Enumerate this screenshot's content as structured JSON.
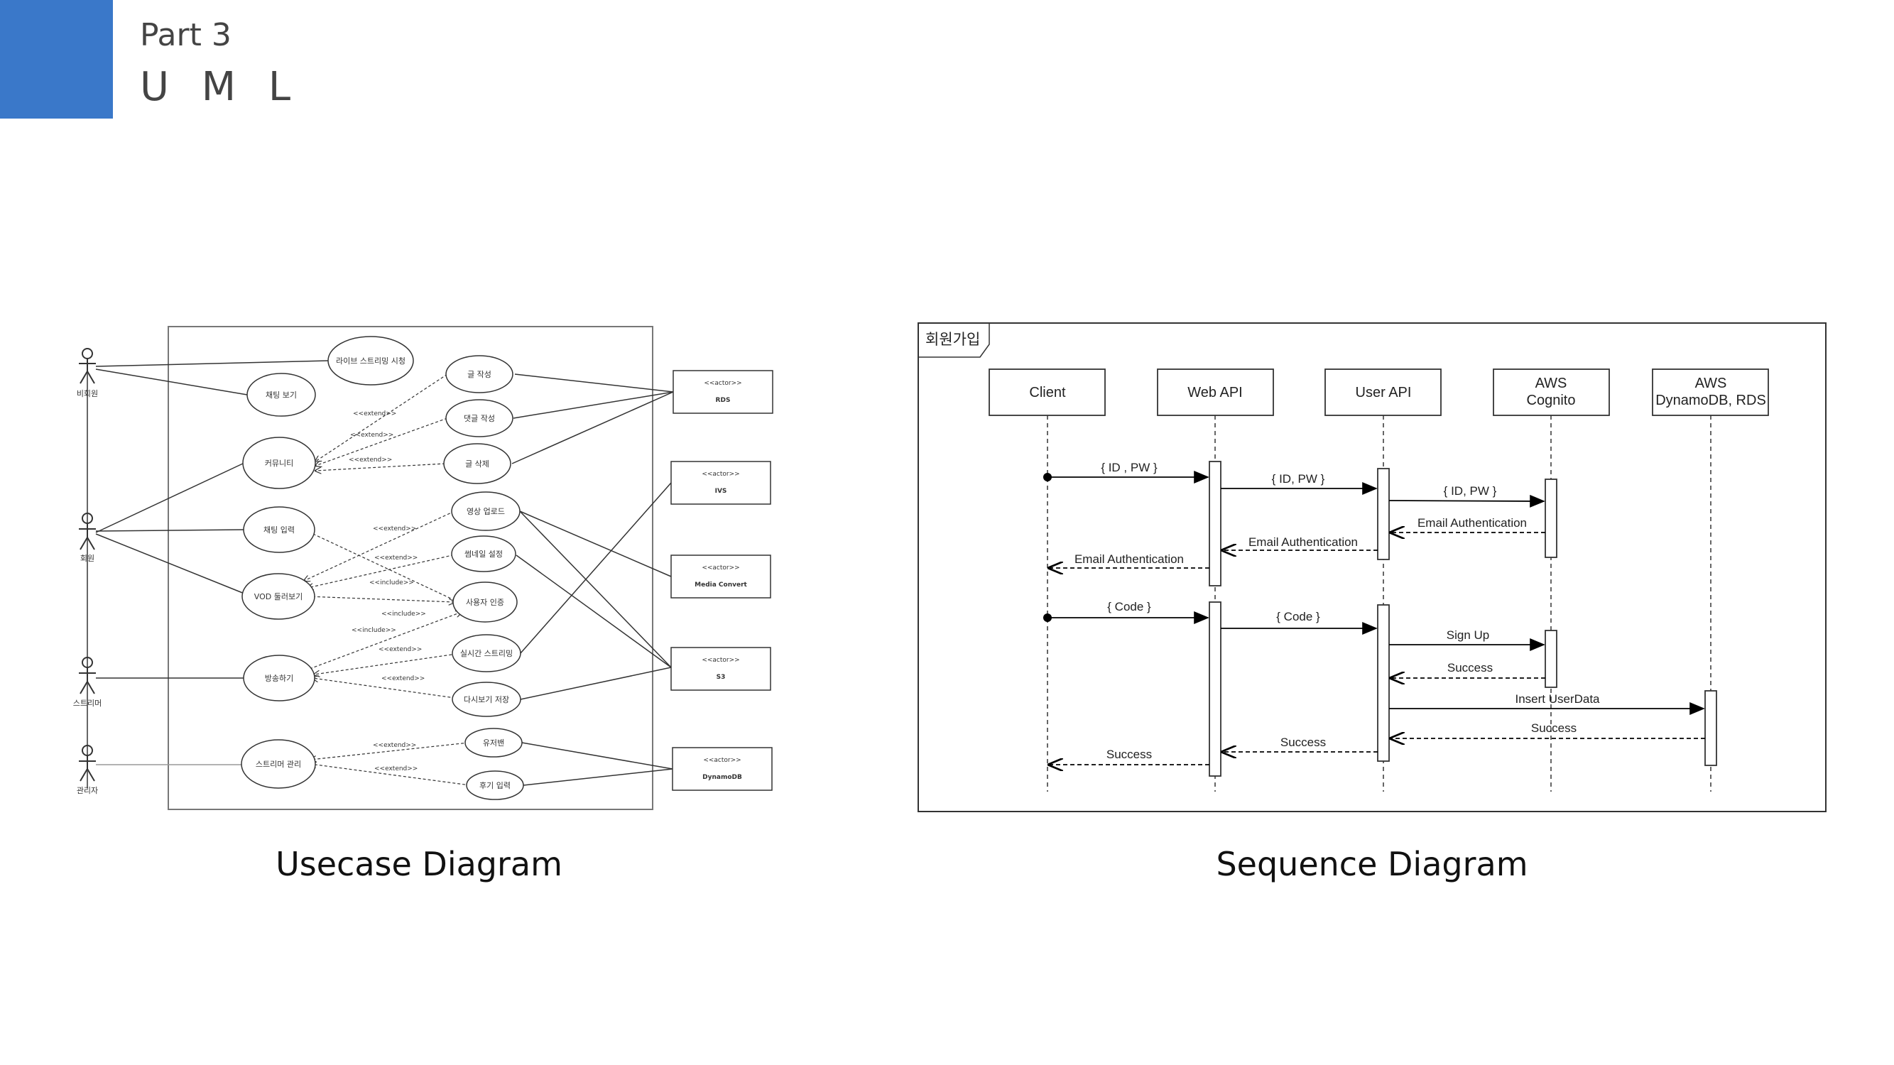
{
  "header": {
    "part": "Part 3",
    "title": "U M L"
  },
  "colors": {
    "accent": "#3a78c9"
  },
  "usecase": {
    "caption": "Usecase Diagram",
    "actors": [
      "비회원",
      "회원",
      "스트리머",
      "관리자"
    ],
    "usecases": [
      "라이브 스트리밍 시청",
      "채팅 보기",
      "커뮤니티",
      "글 작성",
      "댓글 작성",
      "글 삭제",
      "채팅 입력",
      "영상 업로드",
      "썸네일 설정",
      "VOD 둘러보기",
      "사용자 인증",
      "실시간 스트리밍",
      "다시보기 저장",
      "방송하기",
      "스트리머 관리",
      "유저밴",
      "후기 입력"
    ],
    "external_actors": [
      {
        "stereotype": "<<actor>>",
        "name": "RDS"
      },
      {
        "stereotype": "<<actor>>",
        "name": "IVS"
      },
      {
        "stereotype": "<<actor>>",
        "name": "Media Convert"
      },
      {
        "stereotype": "<<actor>>",
        "name": "S3"
      },
      {
        "stereotype": "<<actor>>",
        "name": "DynamoDB"
      }
    ],
    "relation_labels": {
      "extend": "<<extend>>",
      "include": "<<include>>"
    }
  },
  "sequence": {
    "caption": "Sequence Diagram",
    "frame_title": "회원가입",
    "participants": [
      {
        "line1": "Client",
        "line2": ""
      },
      {
        "line1": "Web API",
        "line2": ""
      },
      {
        "line1": "User API",
        "line2": ""
      },
      {
        "line1": "AWS",
        "line2": "Cognito"
      },
      {
        "line1": "AWS",
        "line2": "DynamoDB, RDS"
      }
    ],
    "messages": [
      "{ ID , PW }",
      "{ ID, PW }",
      "{ ID, PW }",
      "Email Authentication",
      "Email Authentication",
      "Email Authentication",
      "{ Code }",
      "{ Code }",
      "Sign Up",
      "Success",
      "Insert UserData",
      "Success",
      "Success",
      "Success"
    ]
  }
}
